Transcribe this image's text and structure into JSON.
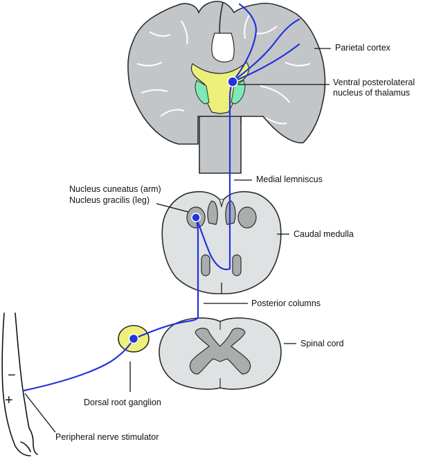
{
  "labels": {
    "parietal_cortex": "Parietal cortex",
    "vpl_line1": "Ventral posterolateral",
    "vpl_line2": "nucleus of thalamus",
    "medial_lemniscus": "Medial lemniscus",
    "nucleus_cuneatus": "Nucleus cuneatus (arm)",
    "nucleus_gracilis": "Nucleus gracilis (leg)",
    "caudal_medulla": "Caudal medulla",
    "posterior_columns": "Posterior columns",
    "spinal_cord": "Spinal cord",
    "dorsal_root_ganglion": "Dorsal root ganglion",
    "peripheral_nerve_stimulator": "Peripheral nerve stimulator",
    "stim_minus": "−",
    "stim_plus": "+"
  },
  "colors": {
    "pathway": "#2233dd",
    "brain_fill": "#c3c6c8",
    "cord_fill": "#dfe2e2",
    "gray_matter": "#a9adad",
    "thalamus_yellow": "#ecef7a",
    "thalamus_green": "#7fe8b6",
    "ganglion_yellow": "#eef07a"
  }
}
